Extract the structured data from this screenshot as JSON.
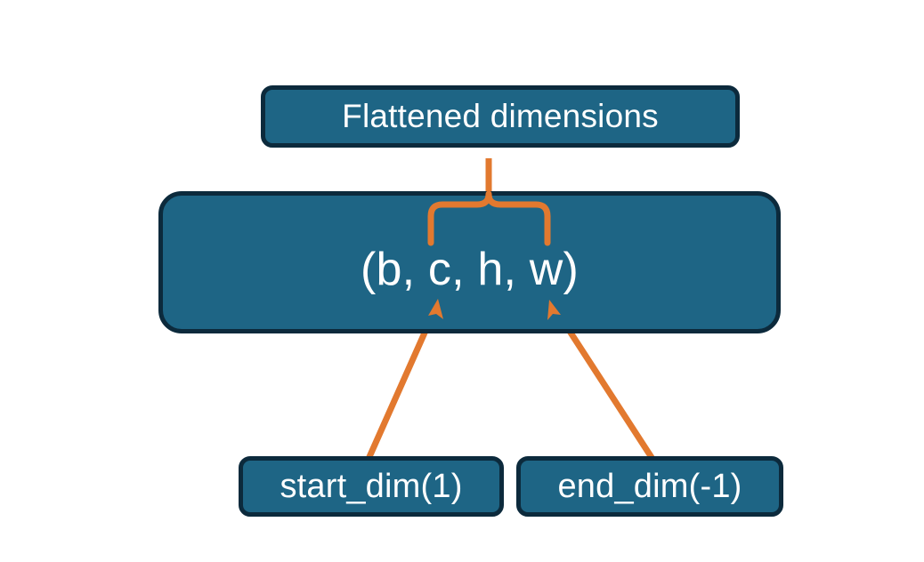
{
  "diagram": {
    "title": "Flatten start_dim and end_dim over tensor shape",
    "type": "annotated-box-diagram",
    "colors": {
      "box_fill": "#1e6585",
      "box_border": "#0c2a3c",
      "connector": "#e2792f",
      "text": "#ffffff",
      "background": "#ffffff"
    },
    "nodes": {
      "flattened": {
        "label": "Flattened dimensions",
        "role": "caption-box-top"
      },
      "shape": {
        "label": "(b, c, h, w)",
        "role": "tensor-shape-box",
        "dims": [
          "b",
          "c",
          "h",
          "w"
        ]
      },
      "start_dim": {
        "label": "start_dim(1)",
        "role": "parameter-box",
        "value": 1
      },
      "end_dim": {
        "label": "end_dim(-1)",
        "role": "parameter-box",
        "value": -1
      }
    },
    "connectors": {
      "brace": {
        "name": "curly-brace-over-c-h-w",
        "from": "shape",
        "to": "flattened",
        "spans_dims": [
          "c",
          "h",
          "w"
        ]
      },
      "arrow_start_dim": {
        "name": "arrow-start-dim-to-c",
        "from": "start_dim",
        "to": "shape",
        "points_at_dim": "c"
      },
      "arrow_end_dim": {
        "name": "arrow-end-dim-to-w",
        "from": "end_dim",
        "to": "shape",
        "points_at_dim": "w"
      }
    }
  }
}
